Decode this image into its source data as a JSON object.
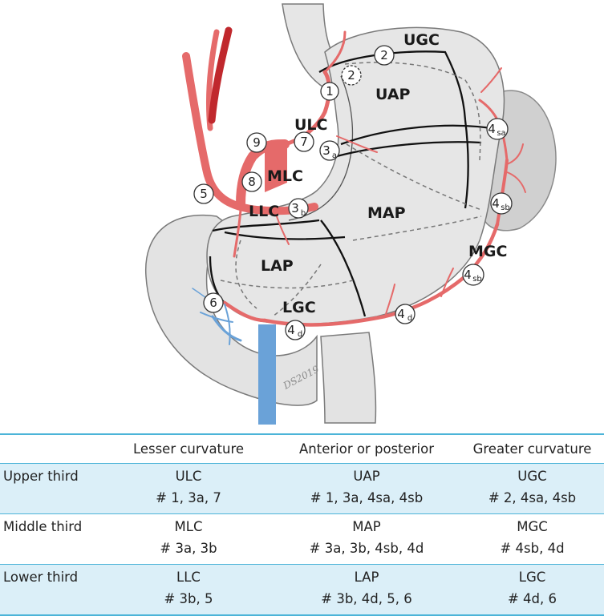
{
  "figure": {
    "region_labels": {
      "ugc": "UGC",
      "uap": "UAP",
      "ulc": "ULC",
      "mlc": "MLC",
      "map": "MAP",
      "mgc": "MGC",
      "llc": "LLC",
      "lap": "LAP",
      "lgc": "LGC"
    },
    "station_markers": {
      "s1": "1",
      "s2": "2",
      "s2b": "2",
      "s3a": "3",
      "s3a_sub": "a",
      "s3b": "3",
      "s3b_sub": "b",
      "s4sa": "4",
      "s4sa_sub": "sa",
      "s4sb1": "4",
      "s4sb1_sub": "sb",
      "s4sb2": "4",
      "s4sb2_sub": "sb",
      "s4d1": "4",
      "s4d1_sub": "d",
      "s4d2": "4",
      "s4d2_sub": "d",
      "s5": "5",
      "s6": "6",
      "s7": "7",
      "s8": "8",
      "s9": "9"
    },
    "signature": "DS2019",
    "colors": {
      "stomach_fill": "#e6e6e6",
      "stomach_outline": "#7a7a7a",
      "artery": "#e56a6a",
      "artery_dark": "#c0282d",
      "vein": "#6aa2d8",
      "spleen": "#d0d0d0",
      "region_line": "#111111",
      "table_rule": "#4cb4d8",
      "table_shade": "#dbeff8"
    }
  },
  "table": {
    "headers": [
      "",
      "Lesser curvature",
      "Anterior or posterior",
      "Greater curvature"
    ],
    "rows": [
      {
        "label": "Upper third",
        "cells": [
          {
            "region": "ULC",
            "stations": "# 1, 3a, 7"
          },
          {
            "region": "UAP",
            "stations": "# 1, 3a, 4sa, 4sb"
          },
          {
            "region": "UGC",
            "stations": "# 2, 4sa, 4sb"
          }
        ]
      },
      {
        "label": "Middle third",
        "cells": [
          {
            "region": "MLC",
            "stations": "# 3a, 3b"
          },
          {
            "region": "MAP",
            "stations": "# 3a,  3b, 4sb, 4d"
          },
          {
            "region": "MGC",
            "stations": "# 4sb, 4d"
          }
        ]
      },
      {
        "label": "Lower third",
        "cells": [
          {
            "region": "LLC",
            "stations": "# 3b, 5"
          },
          {
            "region": "LAP",
            "stations": "# 3b, 4d, 5, 6"
          },
          {
            "region": "LGC",
            "stations": "# 4d, 6"
          }
        ]
      }
    ]
  }
}
